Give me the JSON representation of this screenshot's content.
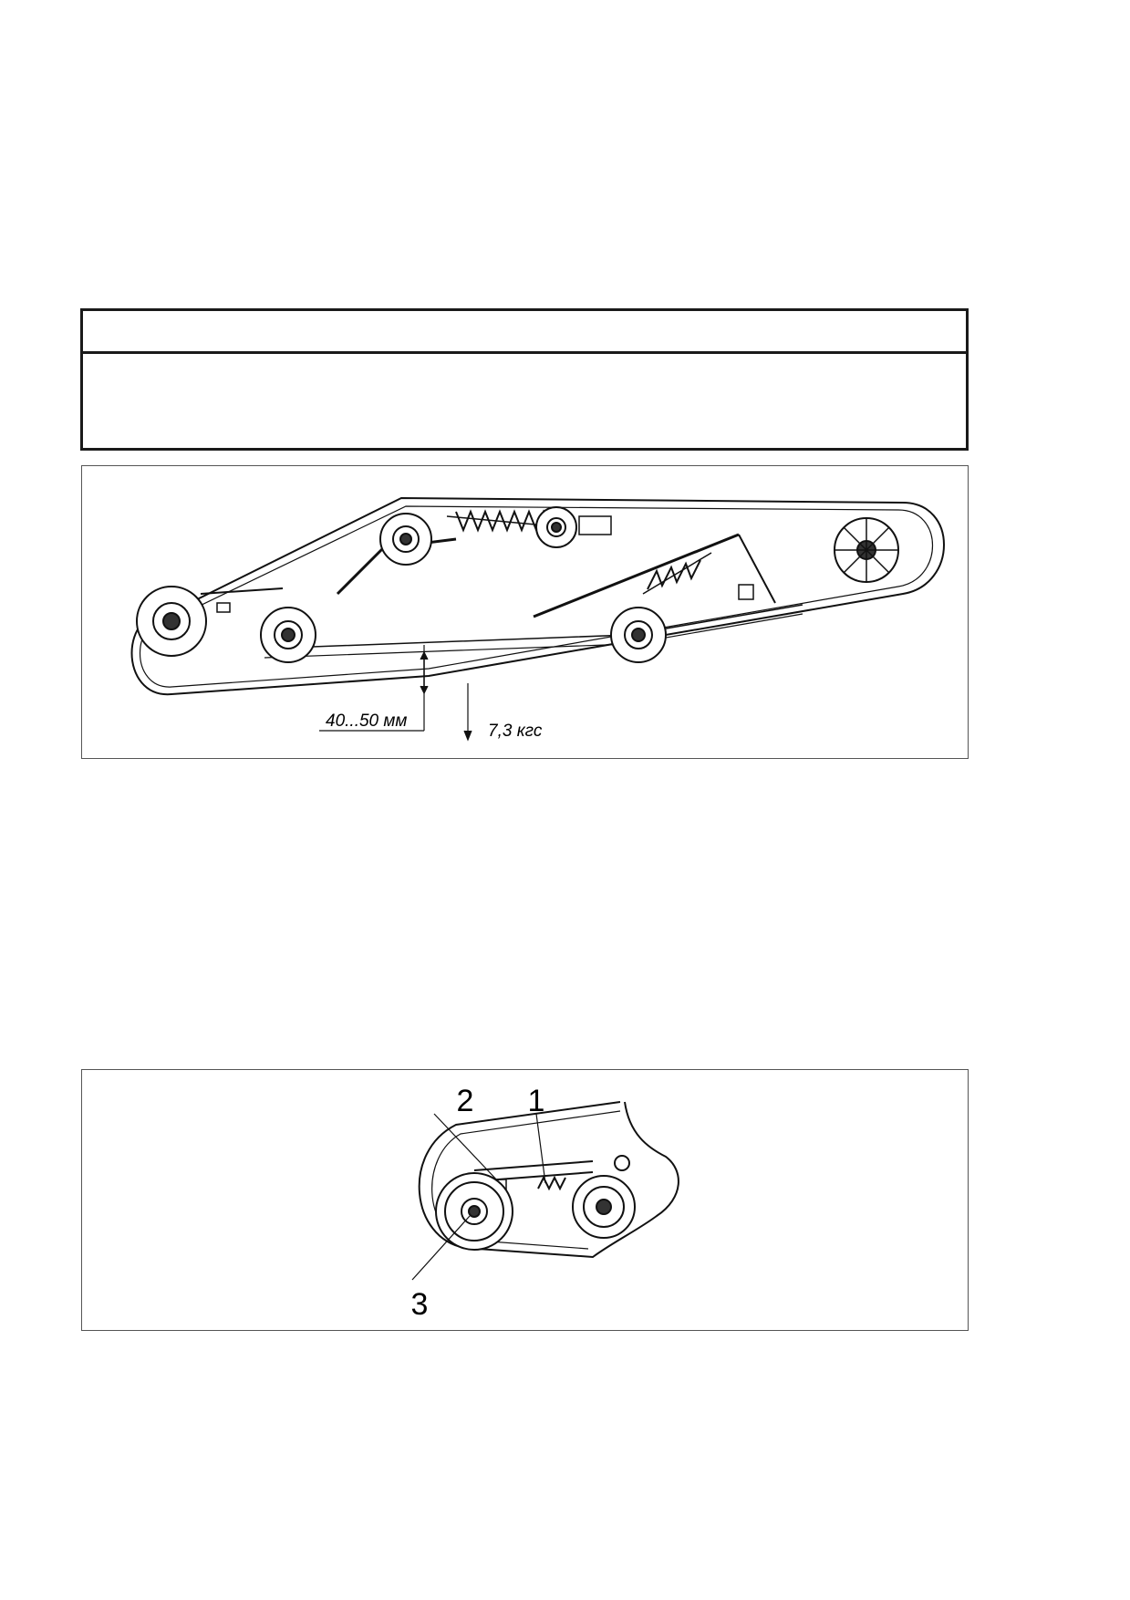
{
  "figure1": {
    "dimension_label": "40...50 мм",
    "force_label": "7,3 кгс"
  },
  "figure2": {
    "callouts": [
      "1",
      "2",
      "3"
    ]
  }
}
